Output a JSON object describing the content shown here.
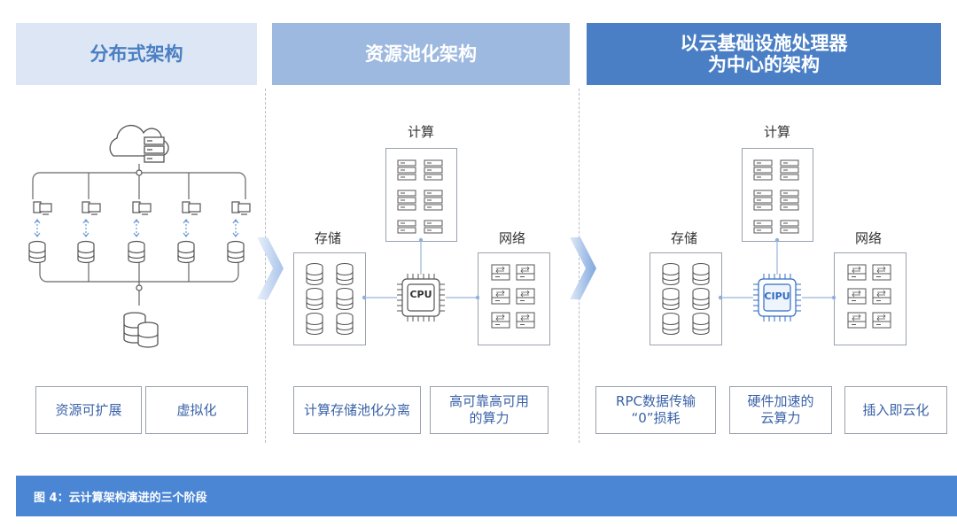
{
  "headers": {
    "distributed": "分布式架构",
    "pooled": "资源池化架构",
    "cloud_infra_line1": "以云基础设施处理器",
    "cloud_infra_line2": "为中心的架构"
  },
  "pooled_section": {
    "compute_label": "计算",
    "storage_label": "存储",
    "network_label": "网络",
    "chip_label": "CPU"
  },
  "cloud_section": {
    "compute_label": "计算",
    "storage_label": "存储",
    "network_label": "网络",
    "chip_label": "CIPU"
  },
  "features": {
    "distributed": [
      "资源可扩展",
      "虚拟化"
    ],
    "pooled": [
      {
        "line1": "计算存储池化分离",
        "line2": ""
      },
      {
        "line1": "高可靠高可用",
        "line2": "的算力"
      }
    ],
    "cloud": [
      {
        "line1": "RPC数据传输",
        "line2": "“0”损耗"
      },
      {
        "line1": "硬件加速的",
        "line2": "云算力"
      },
      {
        "line1": "插入即云化",
        "line2": ""
      }
    ]
  },
  "caption": "图 4：云计算架构演进的三个阶段",
  "colors": {
    "header_light": "#dce6f5",
    "header_mid": "#9db9e0",
    "header_dark": "#4a7fc6",
    "footer": "#4a86d4",
    "accent": "#4a86d4"
  }
}
